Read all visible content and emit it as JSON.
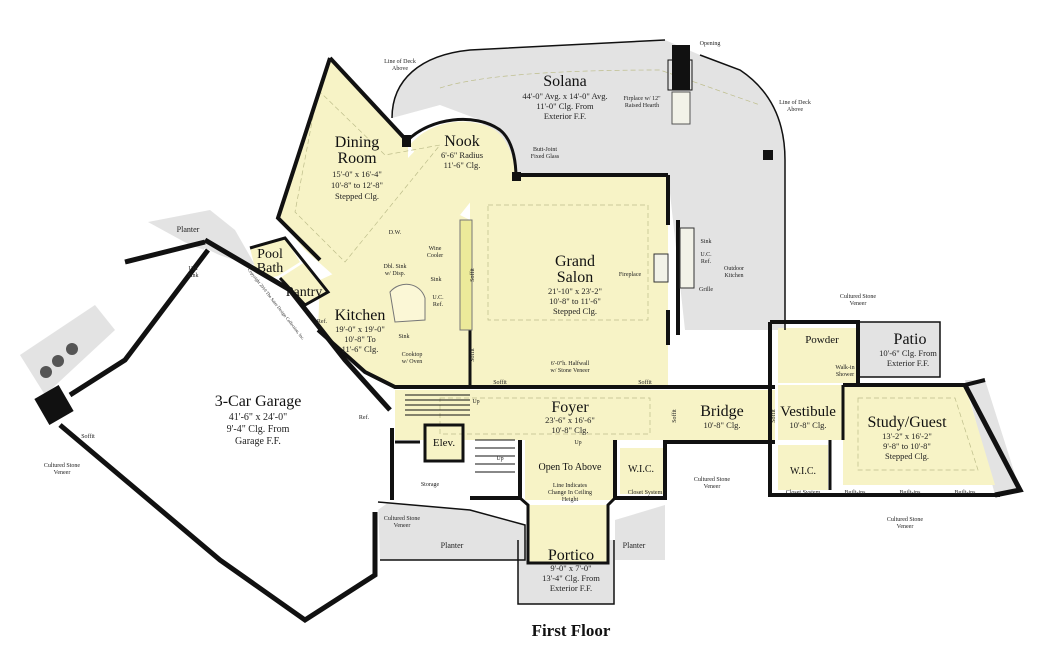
{
  "title": "First Floor",
  "colors": {
    "interior": "#f7f3c6",
    "exterior": "#e3e3e3",
    "walls": "#111111"
  },
  "rooms": {
    "solana": {
      "name": "Solana",
      "line1": "44'-0\" Avg. x 14'-0\" Avg.",
      "line2": "11'-0\" Clg. From",
      "line3": "Exterior F.F."
    },
    "nook": {
      "name": "Nook",
      "line1": "6'-6\" Radius",
      "line2": "11'-6\" Clg."
    },
    "dining": {
      "name1": "Dining",
      "name2": "Room",
      "line1": "15'-0\" x 16'-4\"",
      "line2": "10'-8\" to 12'-8\"",
      "line3": "Stepped Clg."
    },
    "grand_salon": {
      "name1": "Grand",
      "name2": "Salon",
      "line1": "21'-10\" x 23'-2\"",
      "line2": "10'-8\" to 11'-6\"",
      "line3": "Stepped Clg."
    },
    "kitchen": {
      "name": "Kitchen",
      "line1": "19'-0\" x 19'-0\"",
      "line2": "10'-8\" To",
      "line3": "11'-6\" Clg."
    },
    "pool_bath": {
      "name1": "Pool",
      "name2": "Bath"
    },
    "pantry": {
      "name": "Pantry"
    },
    "garage": {
      "name": "3-Car Garage",
      "line1": "41'-6\" x 24'-0\"",
      "line2": "9'-4\" Clg. From",
      "line3": "Garage F.F."
    },
    "foyer": {
      "name": "Foyer",
      "line1": "23'-6\" x 16'-6\"",
      "line2": "10'-8\" Clg."
    },
    "bridge": {
      "name": "Bridge",
      "line1": "10'-8\" Clg."
    },
    "vestibule": {
      "name": "Vestibule",
      "line1": "10'-8\" Clg."
    },
    "study": {
      "name": "Study/Guest",
      "line1": "13'-2\" x 16'-2\"",
      "line2": "9'-8\" to 10'-8\"",
      "line3": "Stepped Clg."
    },
    "patio": {
      "name": "Patio",
      "line1": "10'-6\" Clg. From",
      "line2": "Exterior F.F."
    },
    "powder": {
      "name": "Powder"
    },
    "portico": {
      "name": "Portico",
      "line1": "9'-0\" x 7'-0\"",
      "line2": "13'-4\" Clg. From",
      "line3": "Exterior F.F."
    },
    "elev": {
      "name": "Elev."
    },
    "wic1": {
      "name": "W.I.C."
    },
    "wic2": {
      "name": "W.I.C."
    },
    "open_above": {
      "name": "Open To Above"
    }
  },
  "notes": {
    "line_of_deck_left_1": "Line of Deck",
    "line_of_deck_left_2": "Above",
    "line_of_deck_right_1": "Line of Deck",
    "line_of_deck_right_2": "Above",
    "opening": "Opening",
    "fireplace_1": "Firplace w/ 12\"",
    "fireplace_2": "Raised Hearth",
    "butt_joint_1": "Butt-Joint",
    "butt_joint_2": "Fixed Glass",
    "planter_top": "Planter",
    "planter_bottom_left": "Planter",
    "planter_bottom_right": "Planter",
    "util_sink_1": "Util",
    "util_sink_2": "Sink",
    "wine_cooler_1": "Wine",
    "wine_cooler_2": "Cooler",
    "dw": "D.W.",
    "dbl_sink_1": "Dbl. Sink",
    "dbl_sink_2": "w/ Disp.",
    "sink_island": "Sink",
    "uc_ref_1": "U.C.",
    "uc_ref_2": "Ref.",
    "ref_kitchen": "Ref.",
    "sink_kitchen": "Sink",
    "cooktop_1": "Cooktop",
    "cooktop_2": "w/ Oven",
    "soffit_kitchen": "Soffit",
    "soffit_salon": "Soffit",
    "soffit_1": "Soffit",
    "soffit_2": "Soffit",
    "soffit_bridge": "Soffit",
    "soffit_vestibule": "Soffit",
    "soffit_garage": "Soffit",
    "fireplace_salon": "Fireplace",
    "sink_outdoor": "Sink",
    "uc_ref_outdoor_1": "U.C.",
    "uc_ref_outdoor_2": "Ref.",
    "grille": "Grille",
    "outdoor_kitchen_1": "Outdoor",
    "outdoor_kitchen_2": "Kitchen",
    "halfwall_1": "6'-0\"h. Halfwall",
    "halfwall_2": "w/ Stone Veneer",
    "cultured_stone_patio_1": "Cultured Stone",
    "cultured_stone_patio_2": "Veneer",
    "cultured_stone_garage_1": "Cultured Stone",
    "cultured_stone_garage_2": "Veneer",
    "cultured_stone_entry_1": "Cultured Stone",
    "cultured_stone_entry_2": "Veneer",
    "cultured_stone_wic_1": "Cultured Stone",
    "cultured_stone_wic_2": "Veneer",
    "cultured_stone_study_1": "Cultured Stone",
    "cultured_stone_study_2": "Veneer",
    "walk_in_shower_1": "Walk-in",
    "walk_in_shower_2": "Shower",
    "closet_system_1": "Closet System",
    "closet_system_2": "Closet System",
    "built_ins_1": "Built-ins",
    "built_ins_2": "Built-ins",
    "built_ins_3": "Built-ins",
    "up_1": "Up",
    "up_2": "Up",
    "up_3": "Up",
    "ref_garage": "Ref.",
    "storage": "Storage",
    "ceiling_line_1": "Line Indicates",
    "ceiling_line_2": "Change In Ceiling",
    "ceiling_line_3": "Height",
    "copyright": "Copyright 2010 The Sater Design Collection, Inc."
  }
}
